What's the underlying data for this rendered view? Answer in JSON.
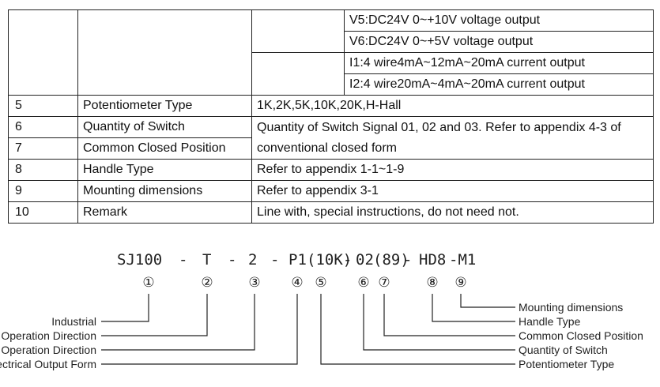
{
  "table": {
    "top_rows": [
      "V5:DC24V 0~+10V voltage output",
      "V6:DC24V 0~+5V voltage output",
      "I1:4 wire4mA~12mA~20mA current output",
      "I2:4 wire20mA~4mA~20mA current output"
    ],
    "rows": [
      {
        "no": "5",
        "item": "Potentiometer Type",
        "desc": "1K,2K,5K,10K,20K,H-Hall"
      },
      {
        "no": "6",
        "item": "Quantity of Switch",
        "desc": "Quantity of Switch Signal 01, 02 and 03. Refer to appendix 4-3 of conventional closed form"
      },
      {
        "no": "7",
        "item": "Common Closed Position"
      },
      {
        "no": "8",
        "item": "Handle Type",
        "desc": "Refer to appendix 1-1~1-9"
      },
      {
        "no": "9",
        "item": "Mounting dimensions",
        "desc": "Refer to appendix 3-1"
      },
      {
        "no": "10",
        "item": "Remark",
        "desc": "Line with, special instructions, do not need not."
      }
    ]
  },
  "model_code": {
    "segments": [
      "SJ100",
      "-",
      "T",
      "-",
      "2",
      "-",
      "P1",
      "(10K)",
      "-",
      "02",
      "(89)",
      "-",
      "HD8",
      "-M1"
    ],
    "numbers": [
      "①",
      "②",
      "③",
      "④",
      "⑤",
      "⑥",
      "⑦",
      "⑧",
      "⑨"
    ],
    "left_labels": [
      "Industrial",
      "Operation Direction",
      "Operation Direction",
      "Electrical Output Form"
    ],
    "right_labels": [
      "Mounting dimensions",
      "Handle Type",
      "Common Closed Position",
      "Quantity of Switch",
      "Potentiometer Type"
    ]
  }
}
